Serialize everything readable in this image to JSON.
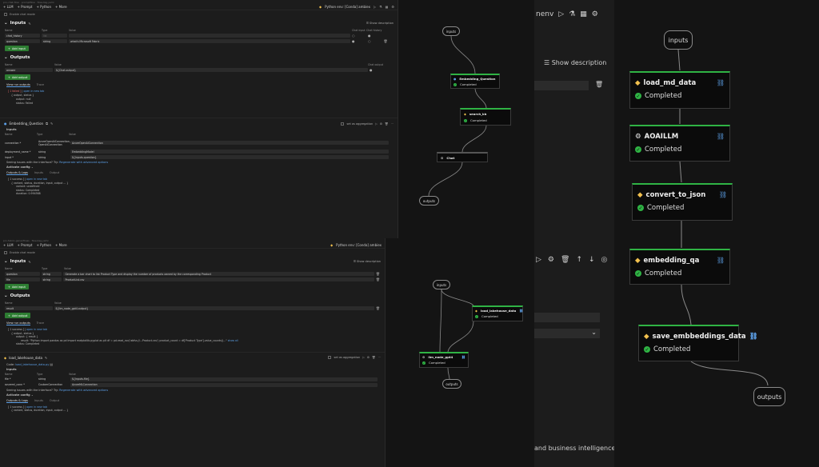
{
  "flow1": {
    "breadcrumb": "pro-chat-flow · promptflow · flow.dag.yaml",
    "toolbar": [
      "+ LLM",
      "+ Prompt",
      "+ Python",
      "+ More"
    ],
    "env": "Python env: [Conda] ambiex",
    "enable_chat": "Enable chat mode",
    "inputs_title": "Inputs",
    "show_description": "Show description",
    "inputs_headers": [
      "Name",
      "Type",
      "Value",
      "Chat input",
      "Chat history"
    ],
    "inputs": [
      {
        "name": "chat_history",
        "type": "list",
        "value": ""
      },
      {
        "name": "question",
        "type": "string",
        "value": "what's Microsoft Fabric"
      }
    ],
    "add_input": "Add input",
    "outputs_title": "Outputs",
    "outputs_headers": [
      "Name",
      "Value",
      "Chat output"
    ],
    "outputs": [
      {
        "name": "answer",
        "value": "${Chat.output}"
      }
    ],
    "add_output": "Add output",
    "output_tabs": [
      "View run outputs",
      "Trace"
    ],
    "trace": {
      "status": "[ 1 failed ]",
      "open": "open in new tab",
      "line1": "{ output, status }",
      "line2": "output: null",
      "line3": "status: Failed"
    },
    "node": {
      "name": "Embedding_Question",
      "aggregation": "set as aggregation",
      "inputs_title": "Inputs",
      "headers": [
        "Name",
        "Type",
        "Value"
      ],
      "rows": [
        {
          "name": "connection *",
          "type": "AzureOpenAIConnection, OpenAIConnection",
          "value": "AzureOpenAIConnection"
        },
        {
          "name": "deployment_name *",
          "type": "string",
          "value": "EmbeddingModel"
        },
        {
          "name": "input *",
          "type": "string",
          "value": "${inputs.question}"
        }
      ],
      "issue_text": "Seeing issues with the interface? Try:",
      "issue_link": "Regenerate with advanced options",
      "activate": "Activate config",
      "tabs": [
        "Outputs & Logs",
        "Inputs",
        "Output"
      ],
      "trace": {
        "status": "[ 1 success ]",
        "open": "open in new tab",
        "line1": "{ variant, status, duration, input, output ... }",
        "line2": "variant: undefined",
        "line3": "status: Completed",
        "line4": "duration: 0.994568"
      }
    }
  },
  "flow2": {
    "breadcrumb": "pro-fabric-genai/flows · flow.dag.yaml",
    "toolbar": [
      "+ LLM",
      "+ Prompt",
      "+ Python",
      "+ More"
    ],
    "env": "Python env: [Conda] ambiex",
    "enable_chat": "Enable chat mode",
    "inputs_title": "Inputs",
    "show_description": "Show description",
    "inputs_headers": [
      "Name",
      "Type",
      "Value"
    ],
    "inputs": [
      {
        "name": "question",
        "type": "string",
        "value": "Generate a bar chart to list Product Type and display the number of products owned by the corresponding Product"
      },
      {
        "name": "file",
        "type": "string",
        "value": "ProductList.csv"
      }
    ],
    "add_input": "Add input",
    "outputs_title": "Outputs",
    "outputs_headers": [
      "Name",
      "Value"
    ],
    "outputs": [
      {
        "name": "result",
        "value": "${llm_node_gpt4.output}"
      }
    ],
    "add_output": "Add output",
    "output_tabs": [
      "View run outputs",
      "Trace"
    ],
    "trace": {
      "status": "[ 1 success ]",
      "open": "open in new tab",
      "line1": "{ output, status }",
      "line2": "output: { result }",
      "line3": "result: \"Python import pandas as pd import matplotlib.pyplot as plt df = pd.read_csv('abfss://...Product.csv') product_count = df['Product Type'].value_counts()...\"",
      "more": "show all",
      "line4": "status: Completed"
    },
    "node": {
      "name": "load_lakehouse_data",
      "code_label": "Code:",
      "code_file": "load_lakehouse_data.py",
      "aggregation": "set as aggregation",
      "inputs_title": "Inputs",
      "headers": [
        "Name",
        "Type",
        "Value"
      ],
      "rows": [
        {
          "name": "file *",
          "type": "string",
          "value": "${inputs.file}"
        },
        {
          "name": "azureml_conn *",
          "type": "CustomConnection",
          "value": "AzureMLConnection"
        }
      ],
      "issue_text": "Seeing issues with the interface? Try:",
      "issue_link": "Regenerate with advanced options",
      "activate": "Activate config",
      "tabs": [
        "Outputs & Logs",
        "Inputs",
        "Output"
      ],
      "trace": {
        "status": "[ 1 success ]",
        "open": "open in new tab",
        "line1": "{ variant, status, duration, input, output ... }"
      }
    }
  },
  "graph1": {
    "inputs": "inputs",
    "n1": {
      "name": "Embedding_Question",
      "status": "Completed"
    },
    "n2": {
      "name": "search_kb",
      "status": "Completed"
    },
    "n3": {
      "name": "Chat"
    },
    "outputs": "outputs"
  },
  "graph2": {
    "inputs": "inputs",
    "n1": {
      "name": "load_lakehouse_data",
      "status": "Completed"
    },
    "n2": {
      "name": "llm_node_gpt4",
      "status": "Completed"
    },
    "outputs": "outputs"
  },
  "strip": {
    "env_suffix": "nenv",
    "show_description": "Show description",
    "footer": "and business intelligence."
  },
  "graph3": {
    "inputs": "inputs",
    "nodes": [
      {
        "name": "load_md_data",
        "status": "Completed",
        "kind": "python"
      },
      {
        "name": "AOAILLM",
        "status": "Completed",
        "kind": "llm"
      },
      {
        "name": "convert_to_json",
        "status": "Completed",
        "kind": "python"
      },
      {
        "name": "embedding_qa",
        "status": "Completed",
        "kind": "python"
      },
      {
        "name": "save_embbeddings_data",
        "status": "Completed",
        "kind": "python"
      }
    ],
    "outputs": "outputs"
  },
  "colors": {
    "accent_green": "#2fb344",
    "link_blue": "#5c9fe6",
    "error_red": "#e86b6b",
    "add_green": "#2d7d32"
  }
}
